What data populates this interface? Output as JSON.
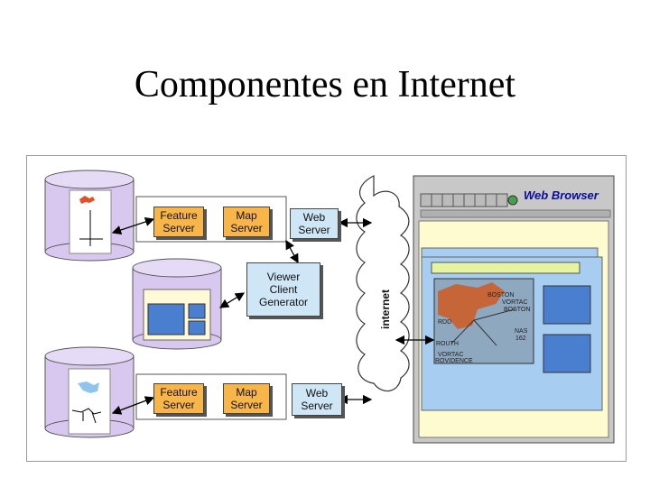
{
  "title": "Componentes en Internet",
  "row_top": {
    "feature_server": [
      "Feature",
      "Server"
    ],
    "map_server": [
      "Map",
      "Server"
    ],
    "web_server": [
      "Web",
      "Server"
    ]
  },
  "row_middle": {
    "viewer": [
      "Viewer",
      "Client",
      "Generator"
    ]
  },
  "row_bottom": {
    "feature_server": [
      "Feature",
      "Server"
    ],
    "map_server": [
      "Map",
      "Server"
    ],
    "web_server": [
      "Web",
      "Server"
    ]
  },
  "internet_label": "internet",
  "browser": {
    "title": "Web Browser",
    "map_labels": [
      "BOSTON",
      "VORTAC",
      "BOSTON",
      "ROUTH",
      "NAS",
      "162",
      "VORTAC",
      "ROVIDENCE",
      "RDD"
    ]
  },
  "colors": {
    "server_box": "#f7b54a",
    "web_box": "#cfe6f7",
    "database": "#d8c8f0",
    "browser_frame": "#c8c8c8",
    "browser_page": "#fffbd0",
    "browser_inner": "#a7cef0"
  }
}
